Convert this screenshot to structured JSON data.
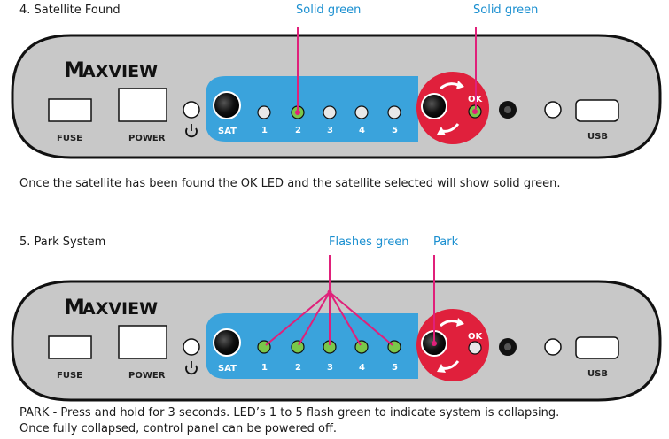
{
  "section1": {
    "heading": "4. Satellite Found",
    "callout_left": "Solid green",
    "callout_right": "Solid green",
    "description": "Once the satellite has been found the OK LED and the satellite selected will show solid green."
  },
  "section2": {
    "heading": "5. Park System",
    "callout_left": "Flashes green",
    "callout_right": "Park",
    "description_line1": "PARK - Press and hold for 3 seconds. LED’s 1 to 5 flash green to indicate system is collapsing.",
    "description_line2": "Once fully collapsed, control panel can be powered off."
  },
  "panel": {
    "brand_initial": "M",
    "brand_rest": "AXVIEW",
    "fuse_label": "FUSE",
    "power_label": "POWER",
    "sat_label": "SAT",
    "led_labels": [
      "1",
      "2",
      "3",
      "4",
      "5"
    ],
    "ok_label": "OK",
    "usb_label": "USB"
  },
  "colors": {
    "panel_grey": "#c8c8c8",
    "blue_strip": "#3aa3dc",
    "red_button": "#e0203c",
    "led_green": "#7ac74a",
    "led_pink": "#e0207a",
    "led_off": "#e8e8e8",
    "callout_blue": "#1a8fd0",
    "callout_line": "#e0207a"
  },
  "states": {
    "section1": {
      "led_on": [
        "2"
      ],
      "ok_on": true
    },
    "section2": {
      "led_flashing": [
        "1",
        "2",
        "3",
        "4",
        "5"
      ],
      "ok_on": false
    }
  }
}
